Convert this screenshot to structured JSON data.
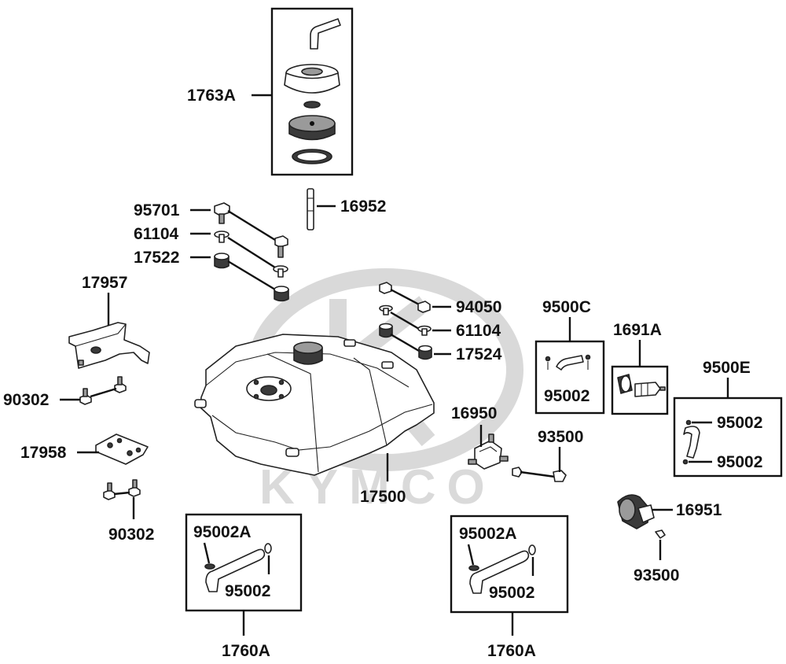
{
  "watermark": {
    "text": "KYMCO",
    "color": "#dadada"
  },
  "labels": {
    "l1763A": "1763A",
    "l16952": "16952",
    "l95701": "95701",
    "l61104_a": "61104",
    "l17522": "17522",
    "l17957": "17957",
    "l90302_a": "90302",
    "l17958": "17958",
    "l90302_b": "90302",
    "l94050": "94050",
    "l61104_b": "61104",
    "l17524": "17524",
    "l9500C": "9500C",
    "l95002_c": "95002",
    "l1691A": "1691A",
    "l9500E": "9500E",
    "l95002_e1": "95002",
    "l95002_e2": "95002",
    "l16950": "16950",
    "l93500_a": "93500",
    "l17500": "17500",
    "l16951": "16951",
    "l93500_b": "93500",
    "l95002A_left": "95002A",
    "l95002_left": "95002",
    "l1760A_left": "1760A",
    "l95002A_right": "95002A",
    "l95002_right": "95002",
    "l1760A_right": "1760A"
  }
}
